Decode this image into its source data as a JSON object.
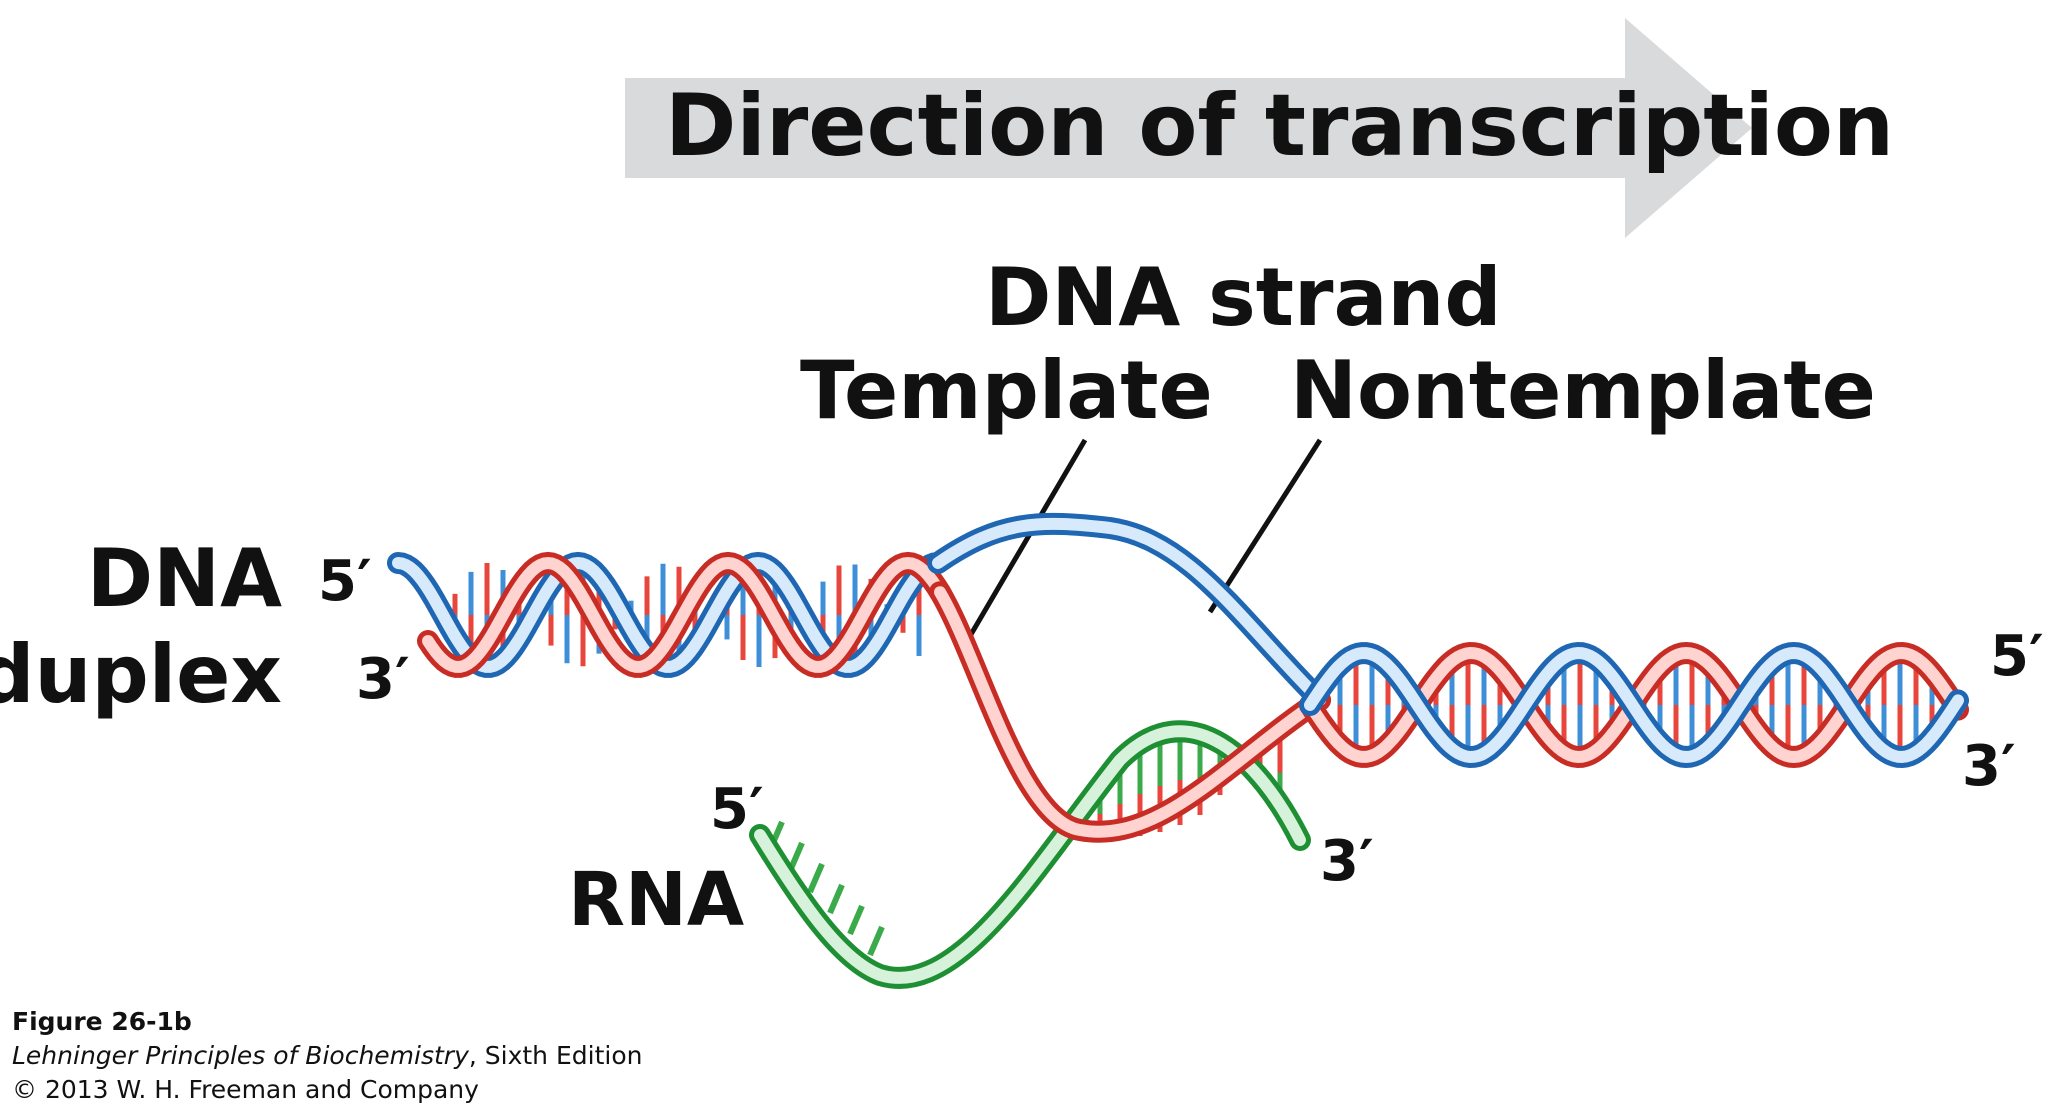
{
  "banner": {
    "text": "Direction of transcription"
  },
  "strands": {
    "header": "DNA strand",
    "template": "Template",
    "nontemplate": "Nontemplate"
  },
  "duplex": {
    "line1": "DNA",
    "line2": "duplex"
  },
  "rna": {
    "label": "RNA"
  },
  "ends": {
    "dna_left_top": "5′",
    "dna_left_bottom": "3′",
    "dna_right_top": "5′",
    "dna_right_bottom": "3′",
    "rna_start": "5′",
    "rna_end": "3′"
  },
  "caption": {
    "figure": "Figure 26-1b",
    "book_title": "Lehninger Principles of Biochemistry",
    "book_edition": ", Sixth Edition",
    "copyright": "© 2013 W. H. Freeman and Company"
  },
  "colors": {
    "template_strand": "#e8453c",
    "nontemplate_strand": "#3f8fd8",
    "rna_strand": "#3aaa4a",
    "banner": "#d9dadb",
    "text": "#111111"
  }
}
